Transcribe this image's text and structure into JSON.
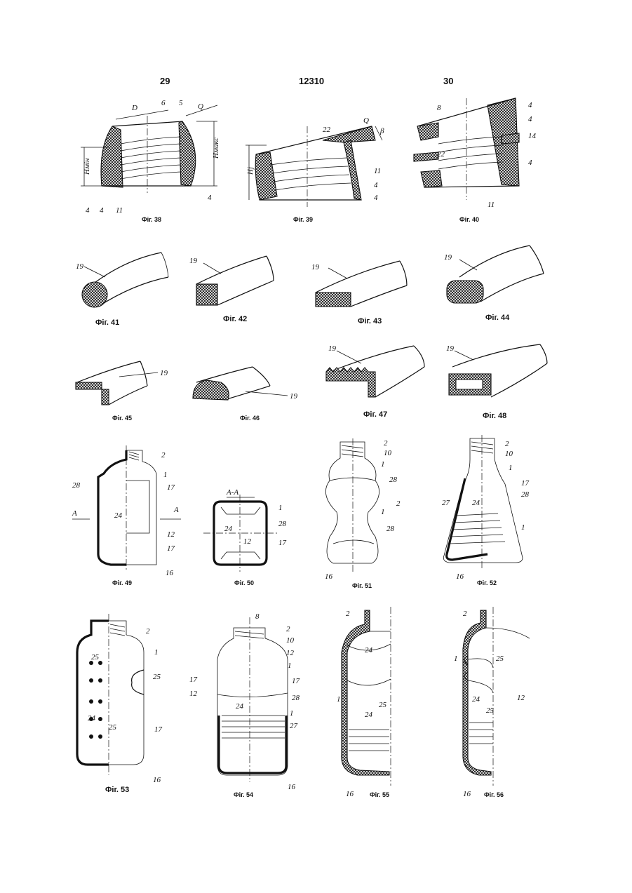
{
  "header": {
    "left": "29",
    "center": "12310",
    "right": "30"
  },
  "figures": {
    "f38": {
      "caption": "Фіг. 38",
      "labels": [
        "D",
        "6",
        "5",
        "Q",
        "Нмін",
        "Нмакс",
        "4",
        "4",
        "11",
        "4"
      ]
    },
    "f39": {
      "caption": "Фіг. 39",
      "labels": [
        "22",
        "Q",
        "β",
        "Нj",
        "11",
        "4",
        "4"
      ]
    },
    "f40": {
      "caption": "Фіг. 40",
      "labels": [
        "8",
        "4",
        "4",
        "14",
        "22",
        "4",
        "11"
      ]
    },
    "f41": {
      "caption": "Фіг. 41",
      "labels": [
        "19"
      ]
    },
    "f42": {
      "caption": "Фіг. 42",
      "labels": [
        "19"
      ]
    },
    "f43": {
      "caption": "Фіг. 43",
      "labels": [
        "19"
      ]
    },
    "f44": {
      "caption": "Фіг. 44",
      "labels": [
        "19"
      ]
    },
    "f45": {
      "caption": "Фіг. 45",
      "labels": [
        "19"
      ]
    },
    "f46": {
      "caption": "Фіг. 46",
      "labels": [
        "19"
      ]
    },
    "f47": {
      "caption": "Фіг. 47",
      "labels": [
        "19"
      ]
    },
    "f48": {
      "caption": "Фіг. 48",
      "labels": [
        "19"
      ]
    },
    "f49": {
      "caption": "Фіг. 49",
      "labels": [
        "2",
        "1",
        "28",
        "17",
        "A",
        "24",
        "A",
        "12",
        "17",
        "16"
      ]
    },
    "f50": {
      "caption": "Фіг. 50",
      "labels": [
        "A-A",
        "1",
        "24",
        "28",
        "12",
        "17"
      ]
    },
    "f51": {
      "caption": "Фіг. 51",
      "labels": [
        "2",
        "10",
        "1",
        "28",
        "2",
        "1",
        "28",
        "16"
      ]
    },
    "f52": {
      "caption": "Фіг. 52",
      "labels": [
        "2",
        "10",
        "1",
        "17",
        "28",
        "27",
        "24",
        "1",
        "16"
      ]
    },
    "f53": {
      "caption": "Фіг. 53",
      "labels": [
        "2",
        "1",
        "25",
        "25",
        "24",
        "25",
        "17",
        "16"
      ]
    },
    "f54": {
      "caption": "Фіг. 54",
      "labels": [
        "8",
        "2",
        "10",
        "12",
        "1",
        "17",
        "17",
        "12",
        "24",
        "28",
        "1",
        "27",
        "16"
      ]
    },
    "f55": {
      "caption": "Фіг. 55",
      "labels": [
        "2",
        "24",
        "1",
        "25",
        "24",
        "16"
      ]
    },
    "f56": {
      "caption": "Фіг. 56",
      "labels": [
        "2",
        "1",
        "25",
        "12",
        "24",
        "25",
        "16"
      ]
    }
  }
}
